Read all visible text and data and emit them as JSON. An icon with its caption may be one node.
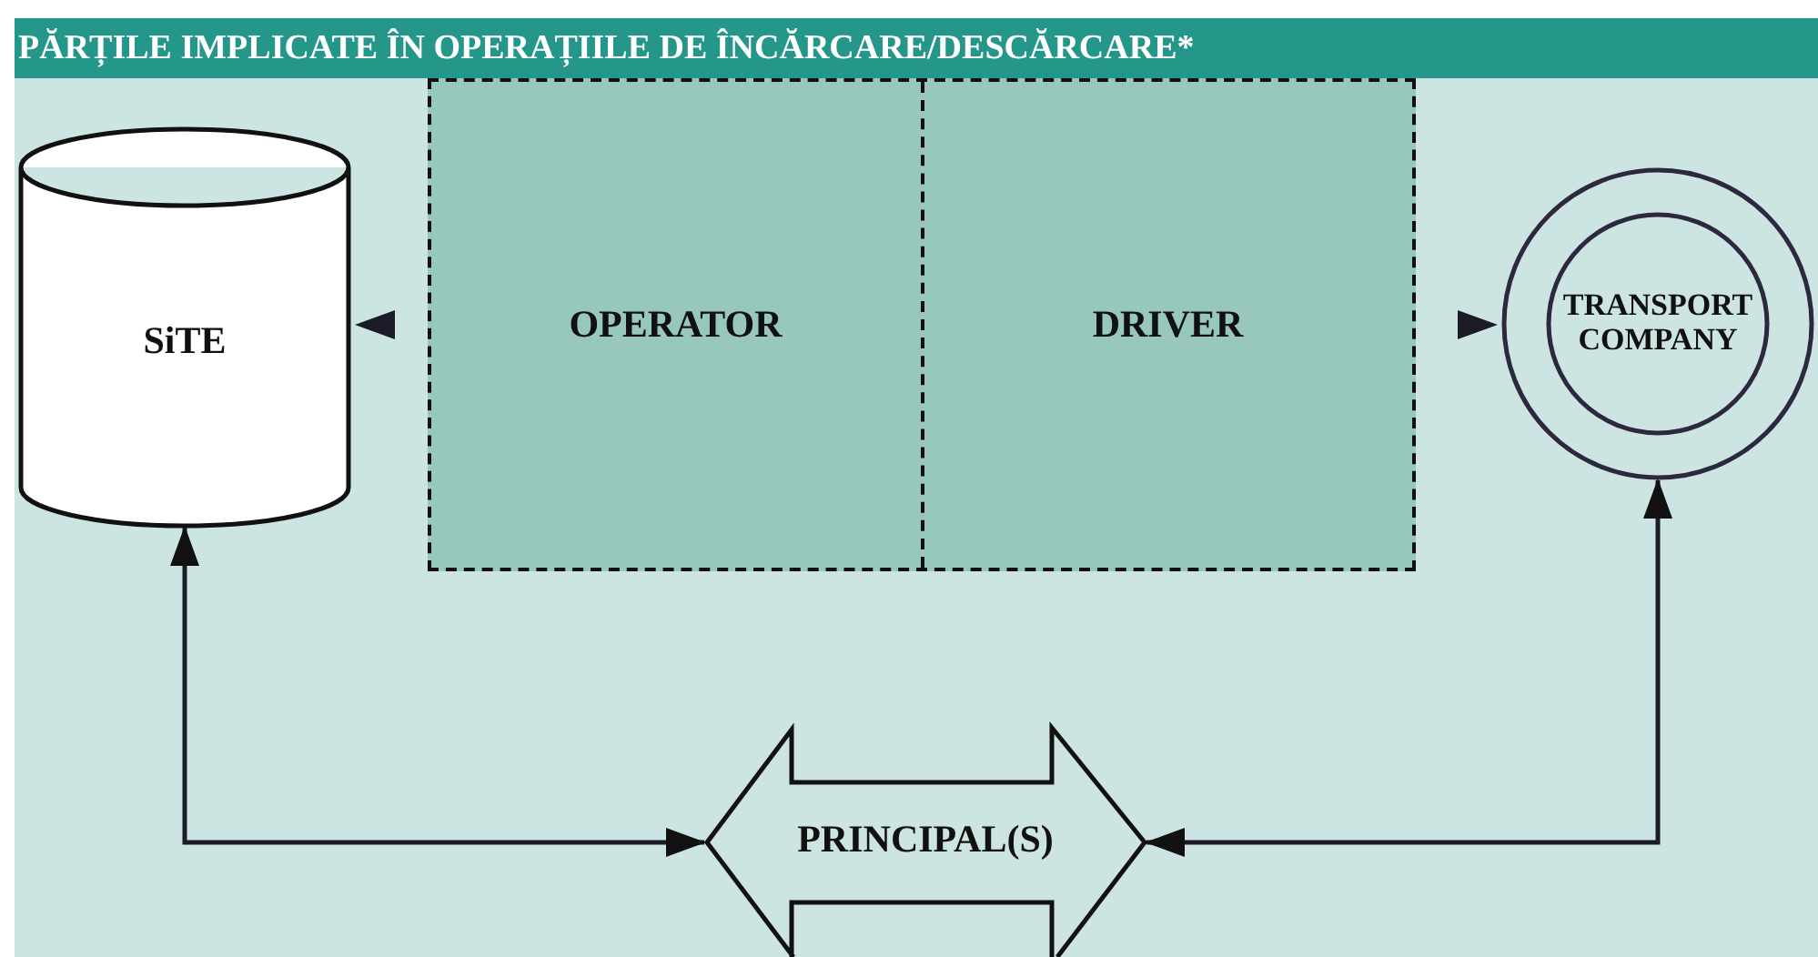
{
  "diagram": {
    "title": "PĂRȚILE IMPLICATE ÎN OPERAȚIILE DE ÎNCĂRCARE/DESCĂRCARE*",
    "nodes": [
      {
        "text": [
          "SiTE"
        ]
      },
      {
        "text": [],
        "shape": "box"
      },
      {
        "text": [
          "OPERATOR"
        ],
        "in": 1
      },
      {
        "text": [
          "DRIVER"
        ],
        "in": 1
      },
      {
        "text": [
          "TRANSPORT COMPANY"
        ]
      },
      {
        "text": [
          "PRINCIPAL(S)"
        ]
      }
    ],
    "edges": [
      {
        "from": 1,
        "to": 0,
        "arrow": "to"
      },
      {
        "from": 1,
        "to": 4,
        "arrow": "to"
      },
      {
        "from": 5,
        "to": 0,
        "arrow": "both"
      },
      {
        "from": 5,
        "to": 4,
        "arrow": "both"
      }
    ]
  }
}
